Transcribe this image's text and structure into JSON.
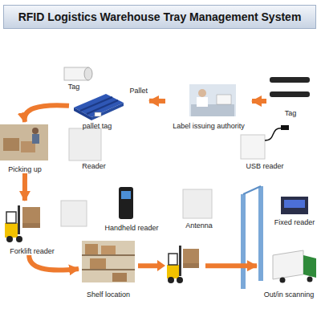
{
  "diagram": {
    "title": "RFID Logistics Warehouse Tray Management System",
    "nodes": [
      {
        "text": [
          "Pallet",
          "pallet tag"
        ]
      },
      {
        "text": [
          "Label issuing authority"
        ]
      },
      {
        "text": [
          "Tag"
        ]
      },
      {
        "text": [
          "Picking up"
        ]
      },
      {
        "text": [
          "Forklift reader"
        ]
      },
      {
        "text": [
          "Shelf location"
        ]
      },
      {
        "text": [
          "Out/in scanning"
        ]
      }
    ],
    "edges": [
      {
        "from": 2,
        "to": 1,
        "arrow": "to"
      },
      {
        "from": 1,
        "to": 0,
        "arrow": "to"
      },
      {
        "from": 0,
        "to": 3,
        "arrow": "to"
      },
      {
        "from": 3,
        "to": 4,
        "arrow": "to"
      },
      {
        "from": 4,
        "to": 5,
        "arrow": "to"
      },
      {
        "from": 5,
        "to": 6,
        "arrow": "to"
      }
    ],
    "labels": [
      "Tag",
      "USB reader",
      "Reader",
      "Handheld reader",
      "Antenna",
      "Fixed reader"
    ]
  }
}
